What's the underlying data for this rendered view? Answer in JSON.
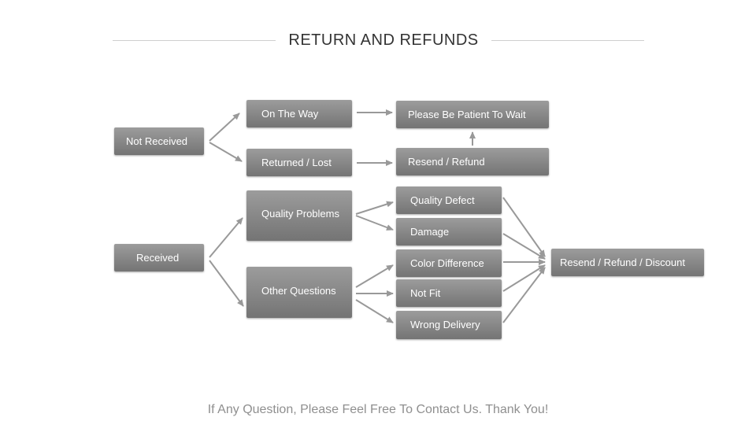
{
  "title": "RETURN AND REFUNDS",
  "nodes": {
    "not_received": "Not Received",
    "on_the_way": "On The Way",
    "returned_lost": "Returned / Lost",
    "please_wait": "Please Be Patient To Wait",
    "resend_refund": "Resend / Refund",
    "received": "Received",
    "quality_problems": "Quality Problems",
    "other_questions": "Other Questions",
    "quality_defect": "Quality Defect",
    "damage": "Damage",
    "color_difference": "Color Difference",
    "not_fit": "Not Fit",
    "wrong_delivery": "Wrong Delivery",
    "resend_refund_discount": "Resend / Refund / Discount"
  },
  "footer": "If Any Question, Please Feel Free To Contact Us. Thank You!",
  "colors": {
    "box": "#8a8a8a",
    "arrow": "#999999",
    "title": "#333333",
    "footer": "#8f8f8f"
  }
}
